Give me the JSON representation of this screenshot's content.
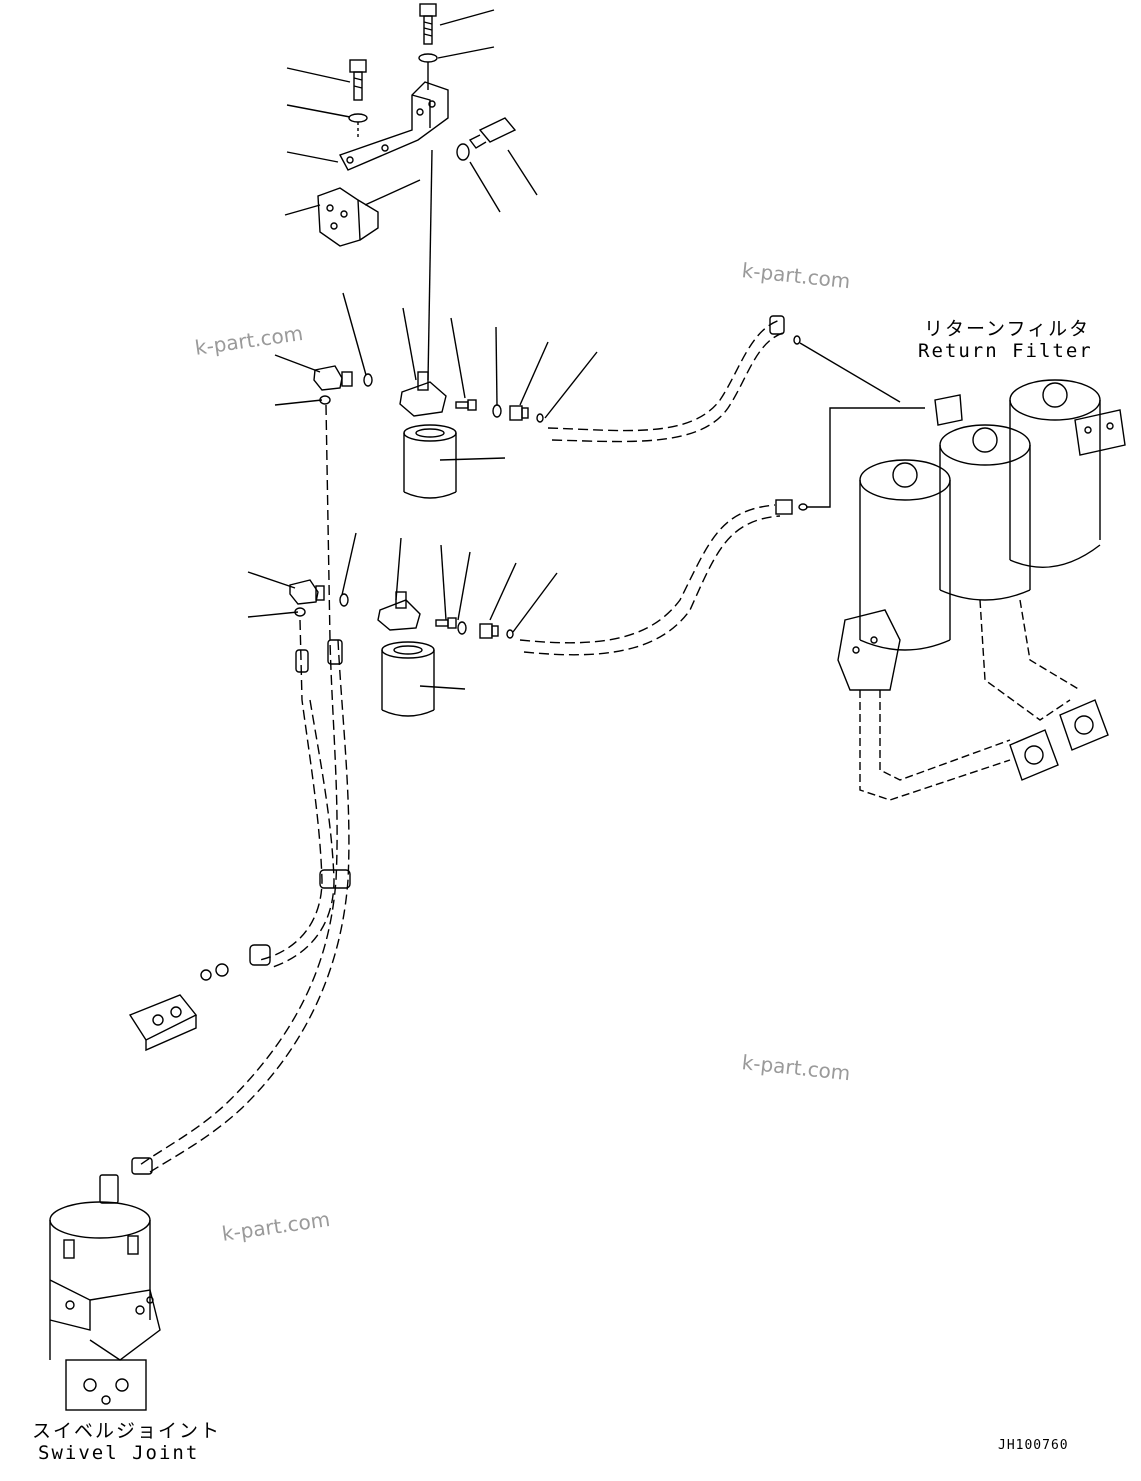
{
  "labels": {
    "return_filter_jp": "リターンフィルタ",
    "return_filter_en": "Return Filter",
    "swivel_joint_jp": "スイベルジョイント",
    "swivel_joint_en": "Swivel Joint"
  },
  "watermarks": [
    "k-part.com",
    "k-part.com",
    "k-part.com",
    "k-part.com"
  ],
  "drawing_code": "JH100760",
  "colors": {
    "line": "#000000",
    "watermark": "#9a9a9a",
    "background": "#ffffff"
  }
}
